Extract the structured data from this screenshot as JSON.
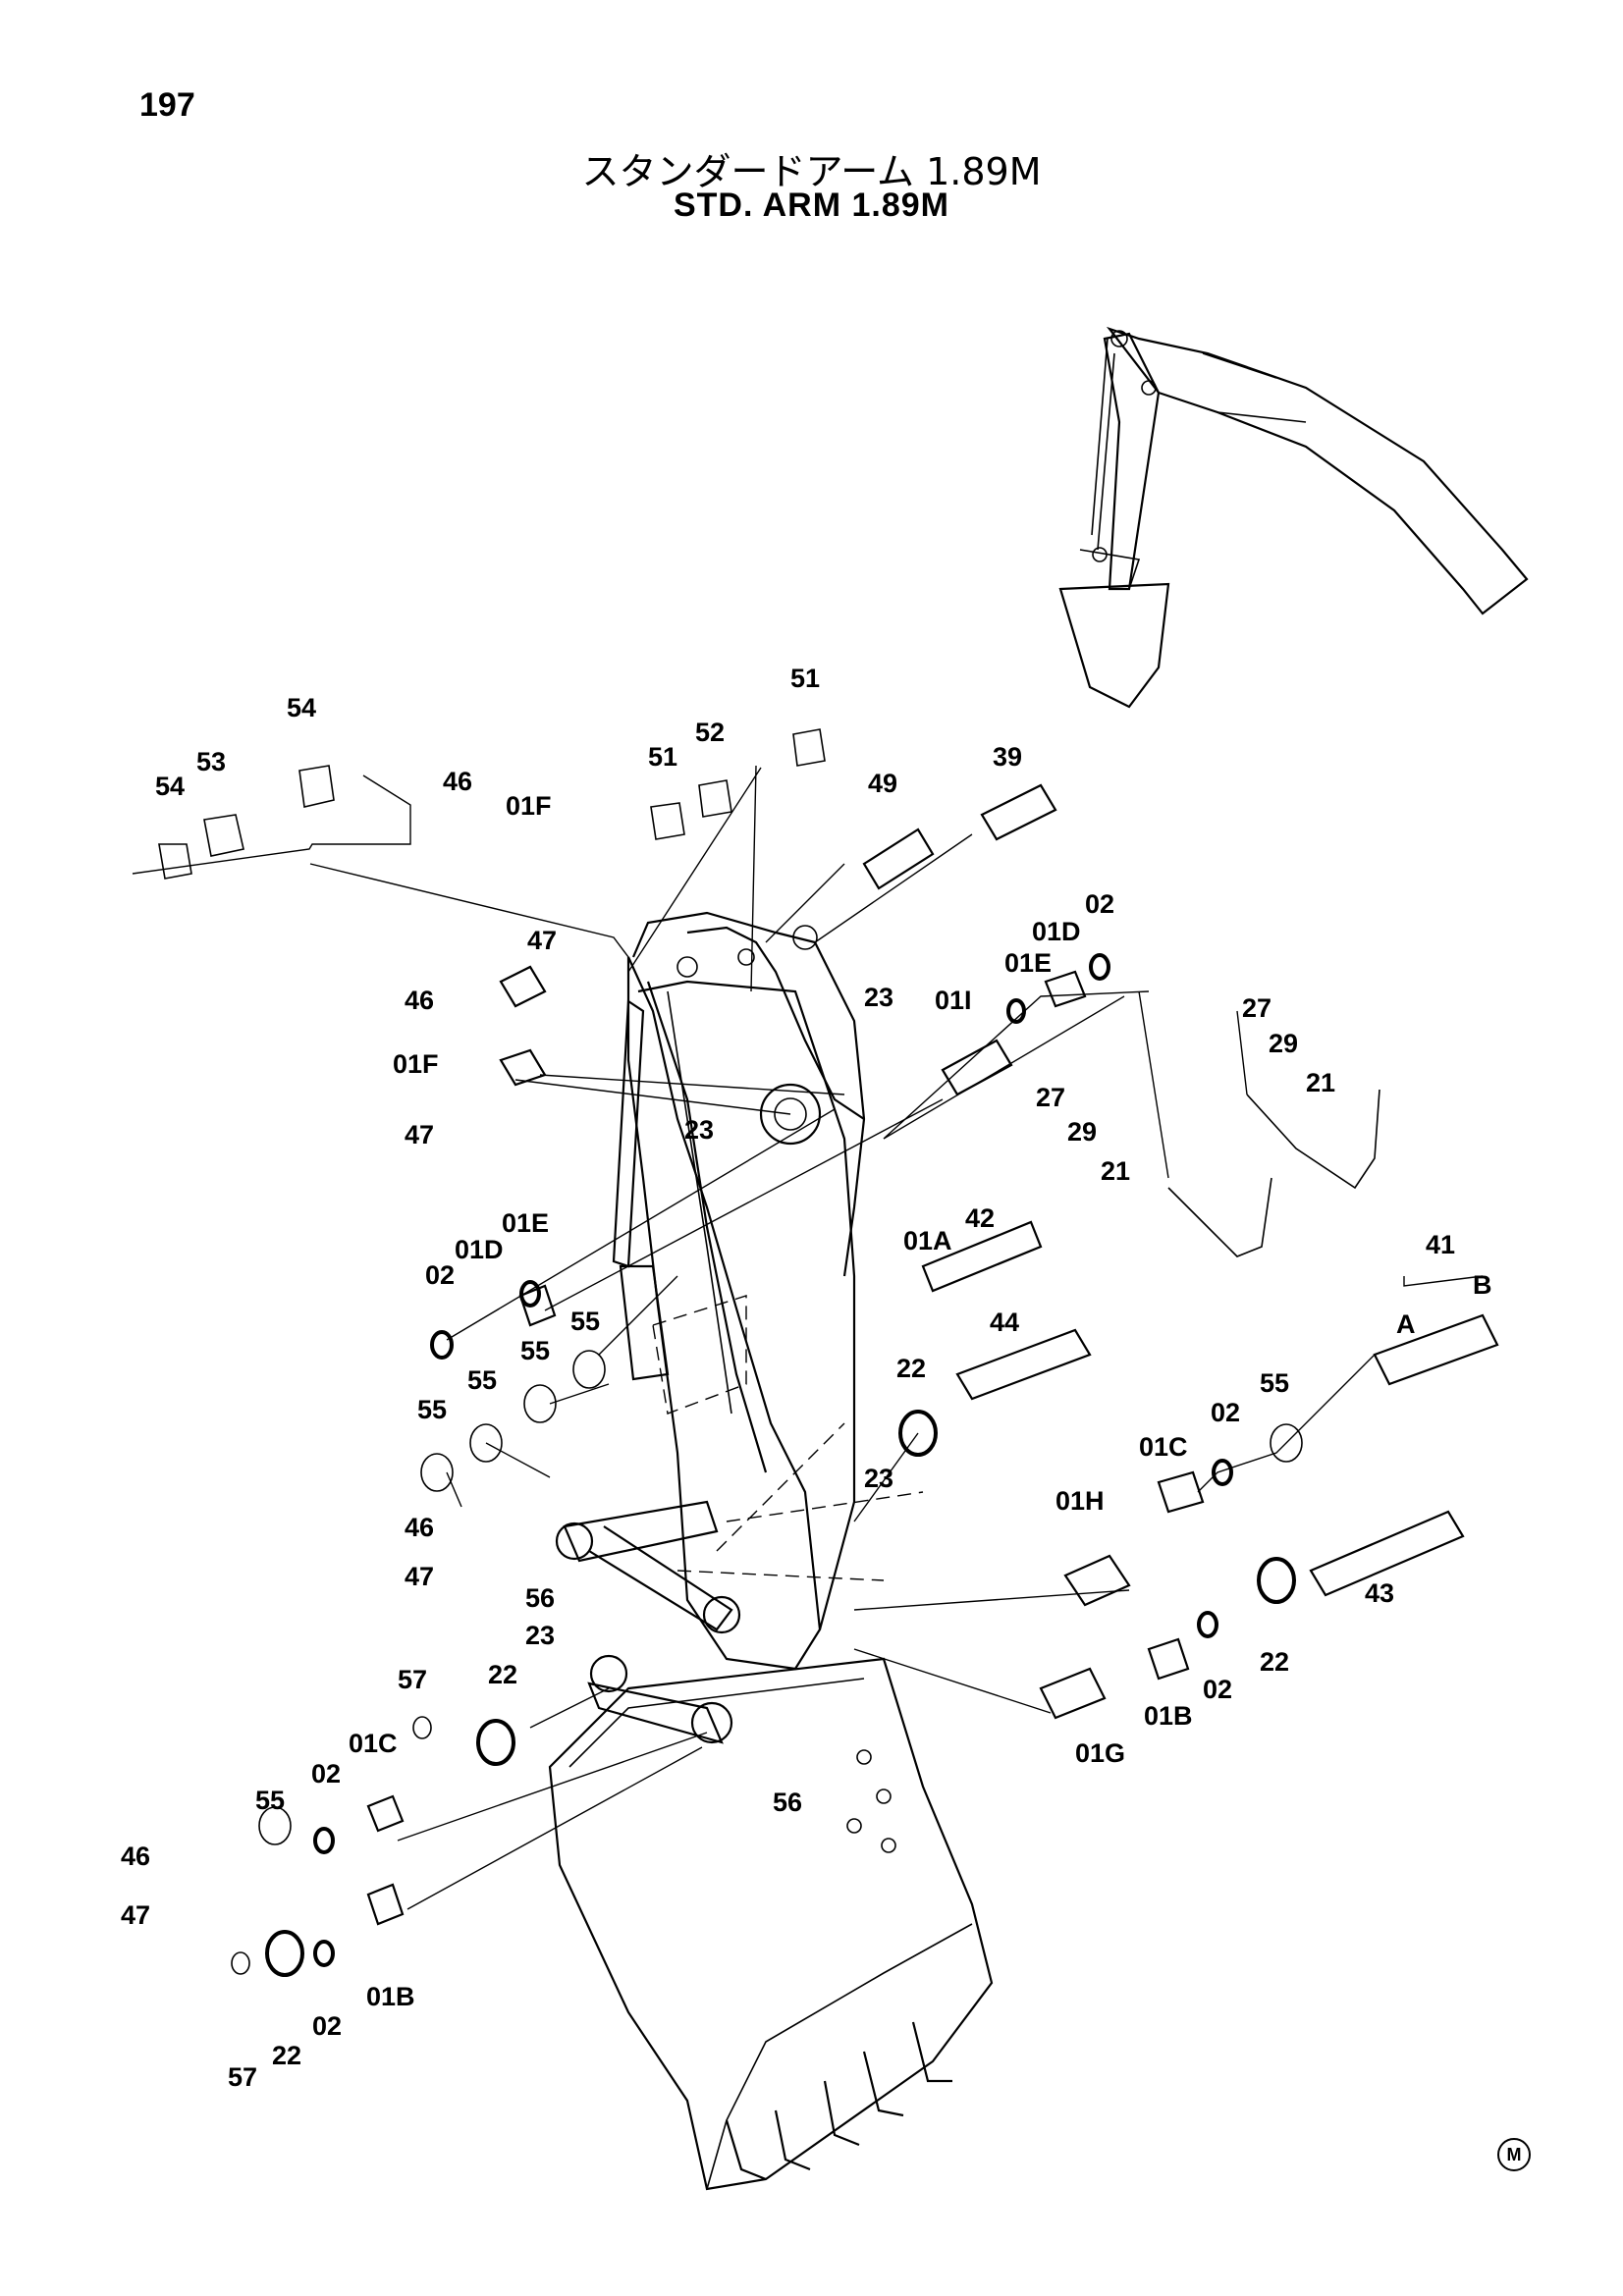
{
  "page_number": "197",
  "title_jp": "スタンダードアーム 1.89M",
  "title_en": "STD. ARM 1.89M",
  "mark": "M",
  "callouts": [
    "54",
    "53",
    "54",
    "46",
    "01F",
    "47",
    "51",
    "52",
    "51",
    "49",
    "39",
    "46",
    "01F",
    "47",
    "23",
    "23",
    "01I",
    "01E",
    "01D",
    "02",
    "27",
    "29",
    "21",
    "27",
    "29",
    "21",
    "01E",
    "01D",
    "02",
    "42",
    "01A",
    "55",
    "55",
    "55",
    "55",
    "44",
    "22",
    "41",
    "B",
    "A",
    "55",
    "02",
    "01C",
    "23",
    "01H",
    "43",
    "22",
    "02",
    "46",
    "47",
    "56",
    "23",
    "22",
    "57",
    "01B",
    "01G",
    "01C",
    "02",
    "55",
    "56",
    "46",
    "47",
    "01B",
    "02",
    "22",
    "57"
  ],
  "icons": [
    "excavator-overview",
    "arm",
    "bucket",
    "link",
    "pin",
    "bushing",
    "seal-ring",
    "shim",
    "grease-fitting",
    "hose"
  ]
}
